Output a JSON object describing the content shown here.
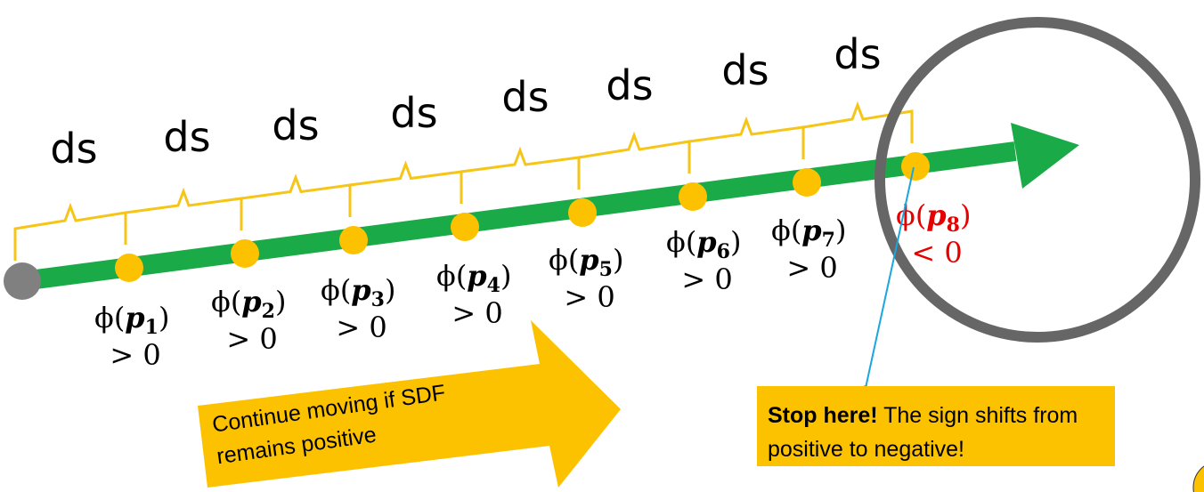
{
  "ds_label": "ds",
  "points": [
    {
      "phi": "ϕ(",
      "p": "p",
      "sub": "1",
      "close": ")",
      "ineq": "> 0",
      "negative": false
    },
    {
      "phi": "ϕ(",
      "p": "p",
      "sub": "2",
      "close": ")",
      "ineq": "> 0",
      "negative": false
    },
    {
      "phi": "ϕ(",
      "p": "p",
      "sub": "3",
      "close": ")",
      "ineq": "> 0",
      "negative": false
    },
    {
      "phi": "ϕ(",
      "p": "p",
      "sub": "4",
      "close": ")",
      "ineq": "> 0",
      "negative": false
    },
    {
      "phi": "ϕ(",
      "p": "p",
      "sub": "5",
      "close": ")",
      "ineq": "> 0",
      "negative": false
    },
    {
      "phi": "ϕ(",
      "p": "p",
      "sub": "6",
      "close": ")",
      "ineq": "> 0",
      "negative": false
    },
    {
      "phi": "ϕ(",
      "p": "p",
      "sub": "7",
      "close": ")",
      "ineq": "> 0",
      "negative": false
    },
    {
      "phi": "ϕ(",
      "p": "p",
      "sub": "8",
      "close": ")",
      "ineq": "< 0",
      "negative": true
    }
  ],
  "continue_text": "Continue moving if SDF remains positive",
  "stop_box": {
    "bold": "Stop here!",
    "rest": " The sign shifts from positive to negative!"
  },
  "colors": {
    "ray": "#1aab48",
    "point": "#fcc200",
    "origin": "#808080",
    "circle": "#666666",
    "bracket": "#f5c518",
    "negative": "#e60000",
    "callout_line": "#1aa6e0"
  }
}
